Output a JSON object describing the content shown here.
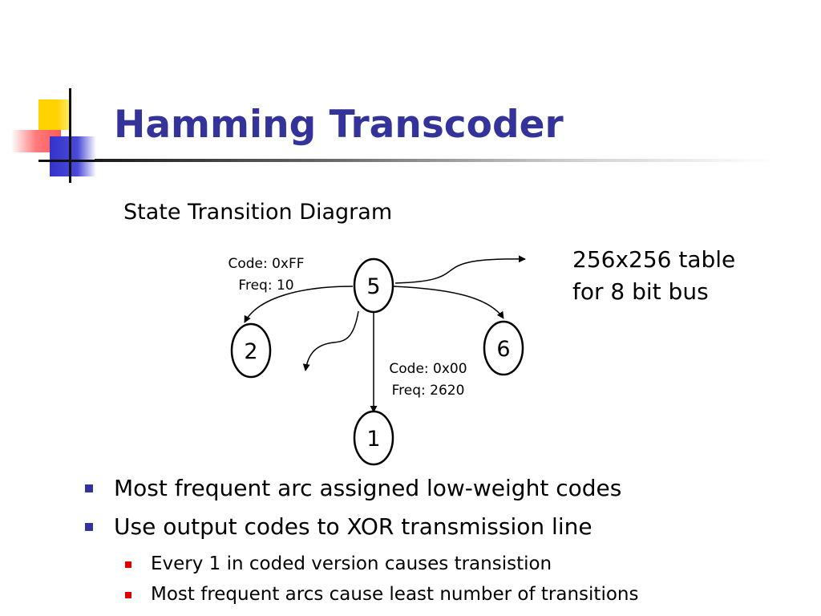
{
  "slide": {
    "title": "Hamming Transcoder",
    "subtitle": "State Transition Diagram",
    "note_lines": [
      "256x256 table",
      "for 8 bit bus"
    ]
  },
  "diagram": {
    "nodes": [
      {
        "id": "n5",
        "label": "5"
      },
      {
        "id": "n2",
        "label": "2"
      },
      {
        "id": "n6",
        "label": "6"
      },
      {
        "id": "n1",
        "label": "1"
      }
    ],
    "edge_labels": {
      "to2": [
        "Code: 0xFF",
        "Freq: 10"
      ],
      "to1": [
        "Code: 0x00",
        "Freq: 2620"
      ]
    }
  },
  "bullets": [
    {
      "text": "Most frequent arc assigned low-weight codes",
      "children": []
    },
    {
      "text": "Use output codes to XOR transmission line",
      "children": [
        "Every 1 in coded version causes transistion",
        "Most frequent arcs cause least number of transitions"
      ]
    }
  ],
  "colors": {
    "title": "#333399",
    "level1_bullet": "#333399",
    "level2_bullet": "#dd0000"
  }
}
